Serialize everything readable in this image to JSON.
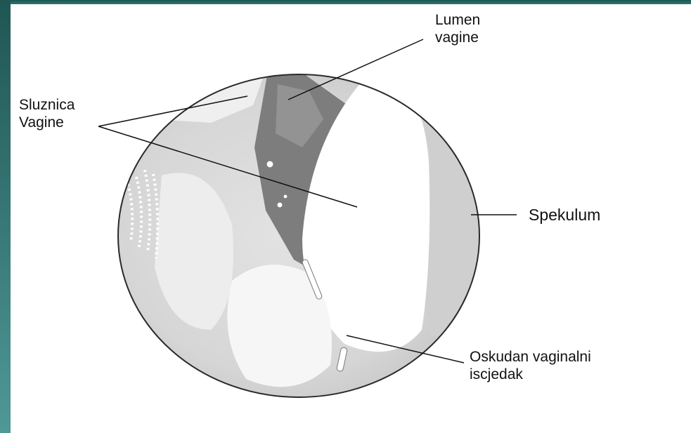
{
  "labels": {
    "lumen_line1": "Lumen",
    "lumen_line2": "vagine",
    "sluznica_line1": "Sluznica",
    "sluznica_line2": "Vagine",
    "spekulum": "Spekulum",
    "iscjedak_line1": "Oskudan vaginalni",
    "iscjedak_line2": "iscjedak"
  },
  "colors": {
    "frame": "#2f7775",
    "panel": "#ffffff",
    "outline": "#2a2a2a",
    "lumen_shadow": "#7d7d7d"
  }
}
